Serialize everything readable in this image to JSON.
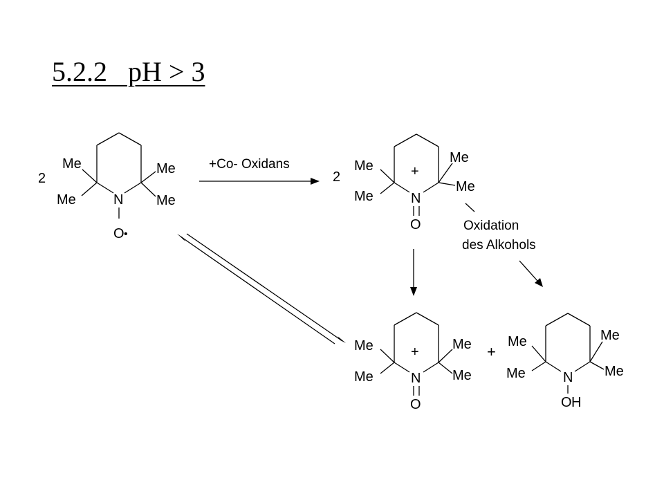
{
  "slide": {
    "title": "5.2.2   pH > 3"
  },
  "scheme": {
    "reactant": {
      "coefficient": "2",
      "substituents": [
        "Me",
        "Me",
        "Me",
        "Me"
      ],
      "ring_nitrogen": "N",
      "oxygen": "O",
      "radical_dot": "•"
    },
    "oxidation_arrow_label": "+Co- Oxidans",
    "oxoammonium_product": {
      "coefficient": "2",
      "substituents": [
        "Me",
        "Me",
        "Me",
        "Me"
      ],
      "charge": "+",
      "ring_nitrogen": "N",
      "oxygen": "O"
    },
    "alcohol_oxidation_label": [
      "Oxidation",
      "des Alkohols"
    ],
    "bottom_oxoammonium": {
      "substituents": [
        "Me",
        "Me",
        "Me",
        "Me"
      ],
      "charge": "+",
      "ring_nitrogen": "N",
      "oxygen": "O"
    },
    "plus_sign": "+",
    "hydroxylamine": {
      "substituents": [
        "Me",
        "Me",
        "Me",
        "Me"
      ],
      "ring_nitrogen": "N",
      "oxygen": "O",
      "hydrogen": "H"
    }
  }
}
